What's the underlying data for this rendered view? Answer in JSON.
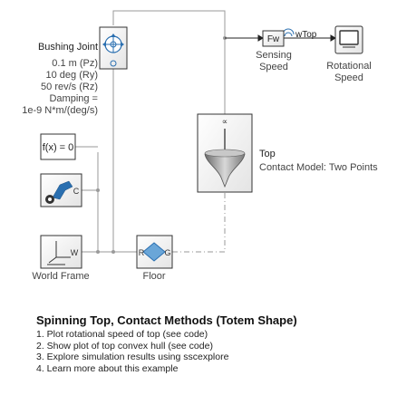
{
  "blocks": {
    "bushing": {
      "name": "Bushing Joint",
      "params": [
        "0.1 m (Pz)",
        "10 deg (Ry)",
        "50 rev/s (Rz)",
        "Damping =",
        "1e-9 N*m/(deg/s)"
      ]
    },
    "sensing": {
      "icon_text": "Fw",
      "name": [
        "Sensing",
        "Speed"
      ]
    },
    "rotational_speed": {
      "name": [
        "Rotational",
        "Speed"
      ]
    },
    "signal_label": "wTop",
    "top": {
      "name": "Top",
      "detail": "Contact Model: Two Points"
    },
    "solver": {
      "text": "f(x) = 0"
    },
    "world": {
      "name": "World Frame",
      "port": "W"
    },
    "floor": {
      "name": "Floor",
      "port_r": "R",
      "port_g": "G"
    },
    "config": {
      "port": "C"
    }
  },
  "description": {
    "title": "Spinning Top, Contact Methods (Totem Shape)",
    "items": [
      "1. Plot rotational speed of top (see code)",
      "2. Show plot of top convex hull (see code)",
      "3. Explore simulation results using sscexplore",
      "4. Learn more about this example"
    ]
  },
  "colors": {
    "line": "#9a9a9a",
    "signal": "#222222",
    "physical": "#2a6fb0",
    "shading": "#8a8a8a"
  }
}
